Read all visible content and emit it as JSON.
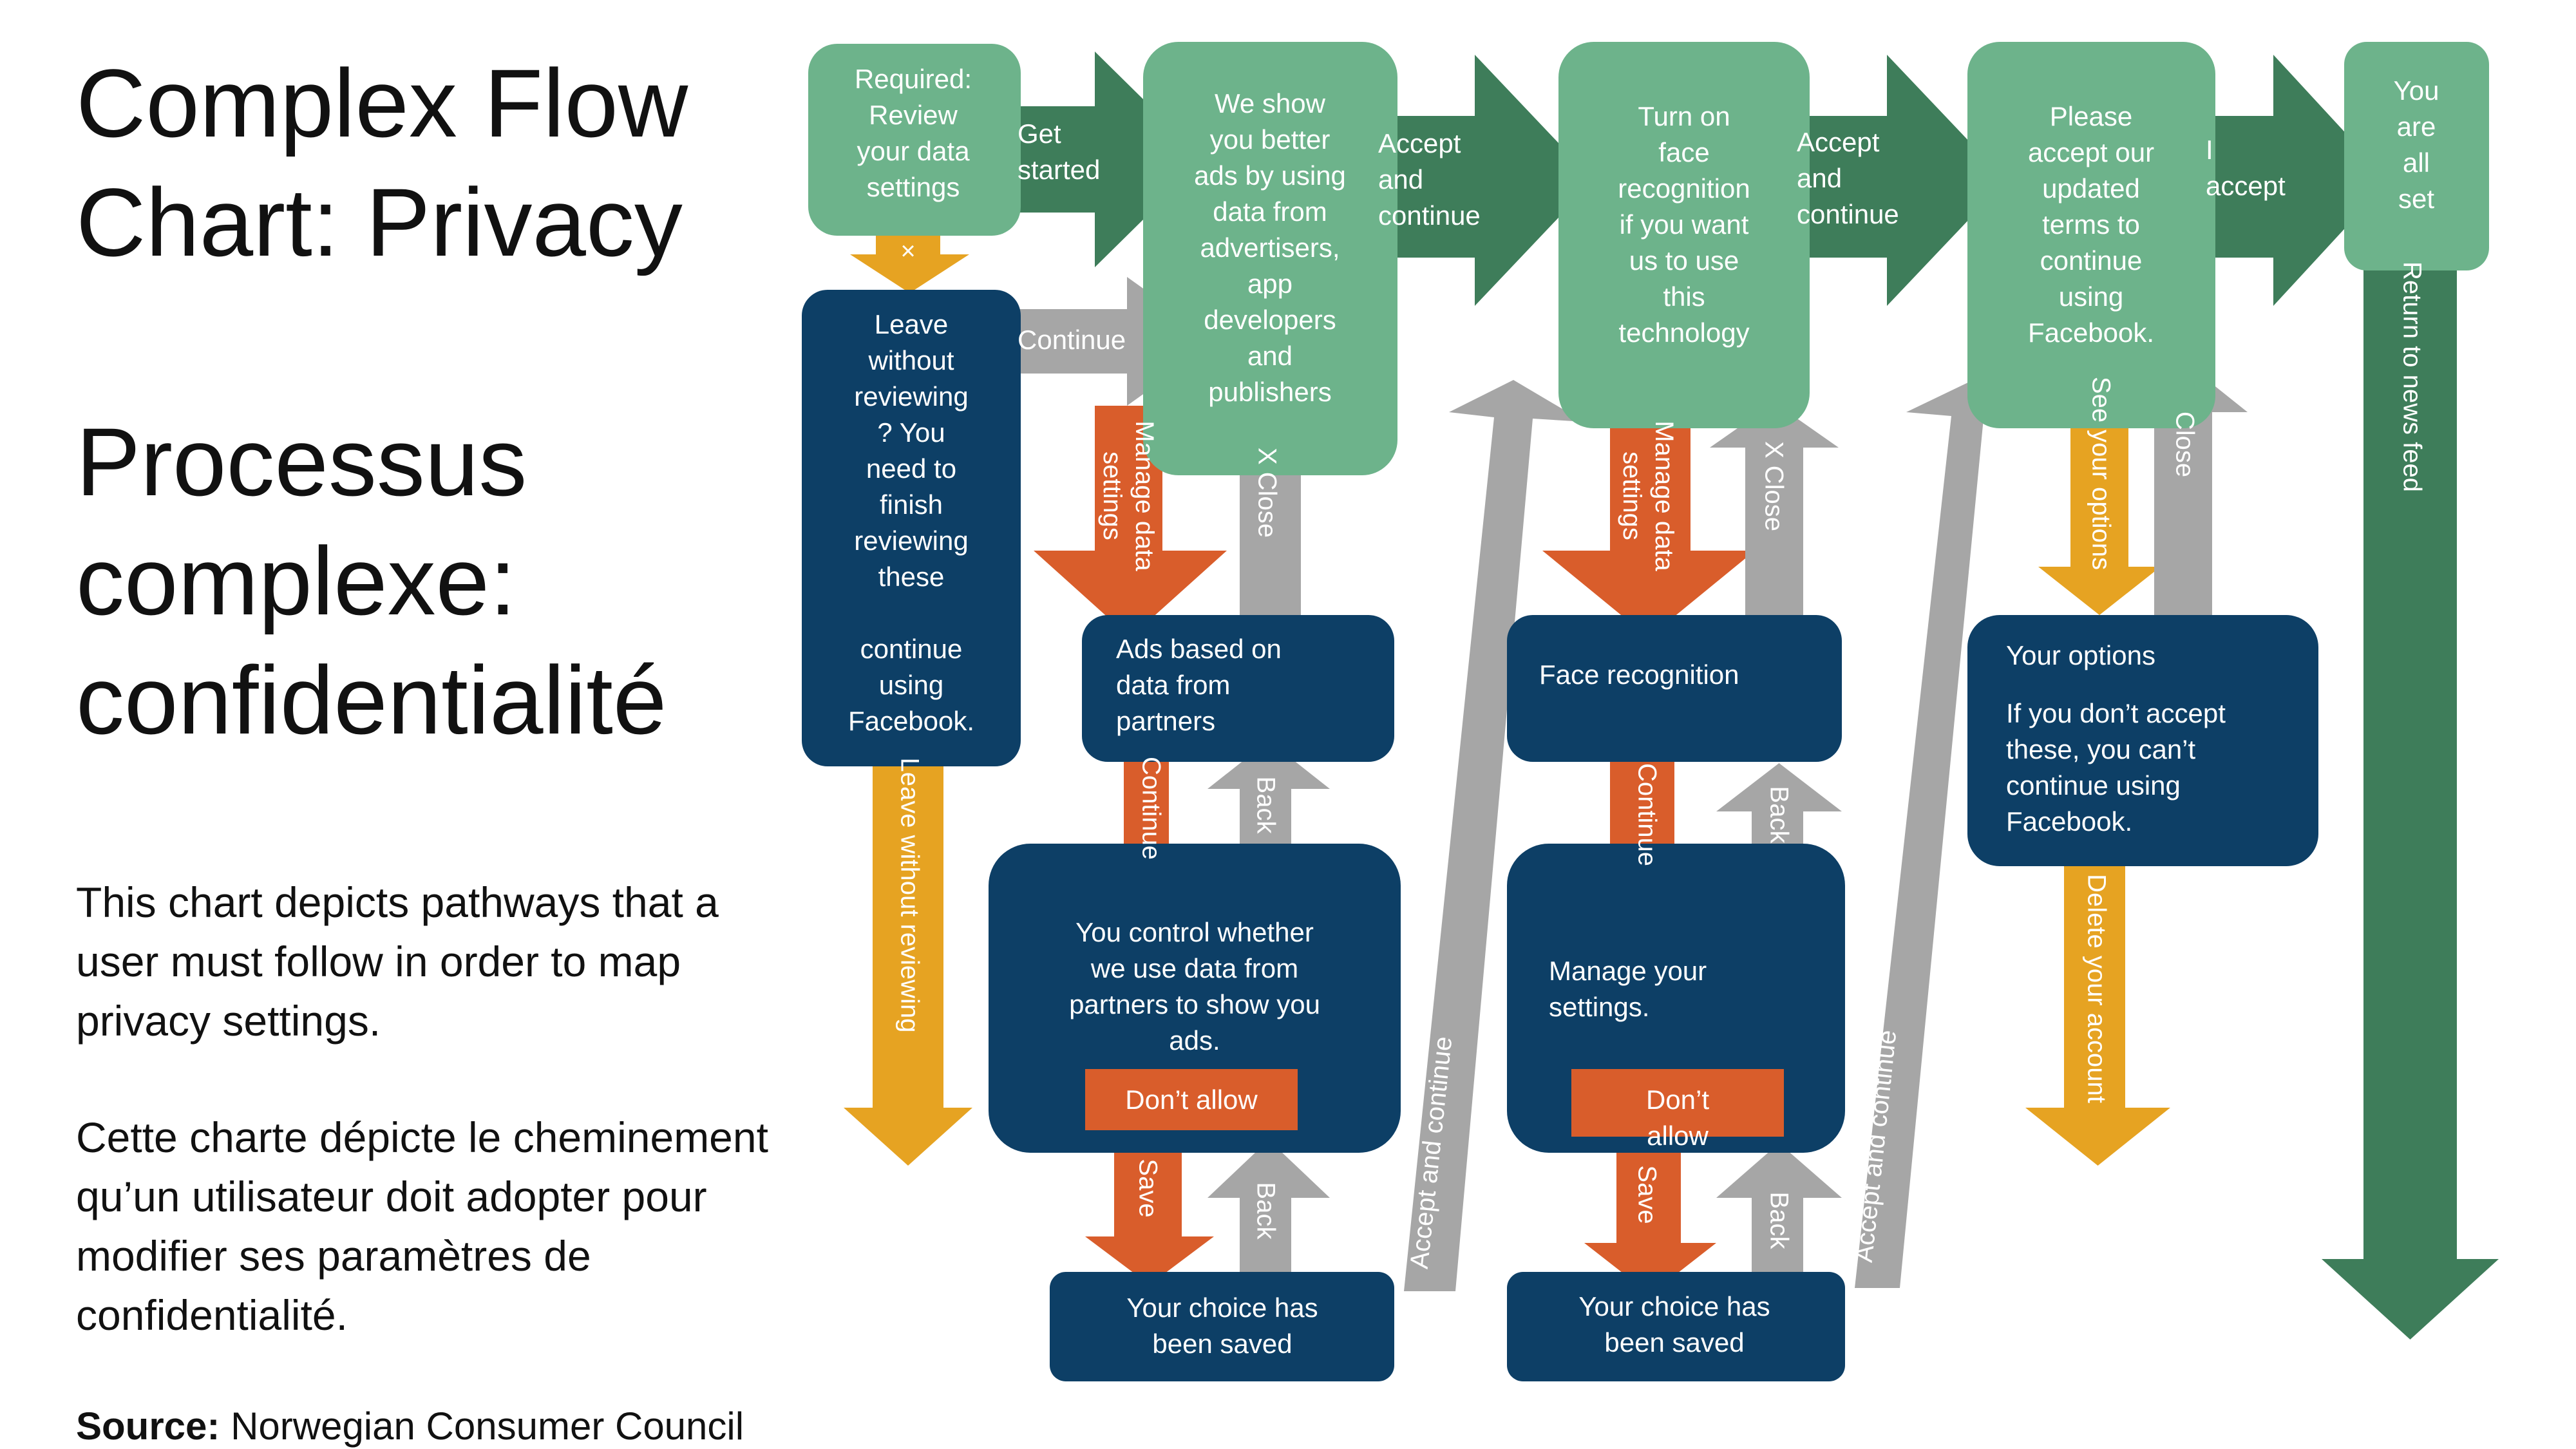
{
  "title_en": "Complex Flow\nChart: Privacy",
  "title_fr": "Processus\ncomplexe:\nconfidentialité",
  "desc_en": "This chart depicts pathways that a\nuser must follow in order to map\nprivacy settings.",
  "desc_fr": "Cette charte dépicte le cheminement\nqu’un utilisateur doit adopter pour\nmodifier ses paramètres de\nconfidentialité.",
  "source_label": "Source:",
  "source_value": "Norwegian Consumer Council",
  "colors": {
    "green_light": "#6db38b",
    "green_dark": "#3e7d5a",
    "navy": "#0d3f66",
    "orange": "#d95d2b",
    "yellow": "#e6a322",
    "gray": "#a6a6a6"
  },
  "boxes": {
    "required": [
      "Required:",
      "Review",
      "your data",
      "settings"
    ],
    "we_show": [
      "We show",
      "you better",
      "ads by using",
      "data from",
      "advertisers,",
      "app",
      "developers",
      "and",
      "publishers"
    ],
    "turn_on": [
      "Turn on",
      "face",
      "recognition",
      "if you want",
      "us to use",
      "this",
      "technology"
    ],
    "please": [
      "Please",
      "accept our",
      "updated",
      "terms to",
      "continue",
      "using",
      "Facebook."
    ],
    "all_set": [
      "You",
      "are",
      "all",
      "set"
    ],
    "leave": [
      "Leave",
      "without",
      "reviewing",
      "? You",
      "need to",
      "finish",
      "reviewing",
      "these",
      "",
      "continue",
      "using",
      "Facebook."
    ],
    "ads_based": [
      "Ads based on",
      "data from",
      "partners"
    ],
    "control": [
      "You control whether",
      "we use data from",
      "partners to show you",
      "ads."
    ],
    "face_rec": [
      "Face recognition"
    ],
    "manage": [
      "Manage your",
      "settings."
    ],
    "saved": [
      "Your choice has",
      "been saved"
    ],
    "options_title": "Your options",
    "options_body": [
      "If you don’t accept",
      "these, you can’t",
      "continue using",
      "Facebook."
    ]
  },
  "buttons": {
    "dont_allow": [
      "Don’t allow"
    ],
    "dont_allow_2": [
      "Don’t",
      "allow"
    ]
  },
  "arrows": {
    "get_started": [
      "Get",
      "started"
    ],
    "accept_continue": [
      "Accept",
      "and",
      "continue"
    ],
    "accept_continue_2": [
      "Accept",
      "and",
      "continue"
    ],
    "i_accept": [
      "I",
      "accept"
    ],
    "x": "×",
    "continue": "Continue",
    "manage_data_settings": [
      "Manage data",
      "settings"
    ],
    "x_close": "X Close",
    "continue_down": "Continue",
    "back": "Back",
    "save": "Save",
    "accept_and_continue": "Accept and continue",
    "see_your_options": "See your options",
    "close": "Close",
    "delete_your_account": "Delete your account",
    "return_to_news_feed": "Return to news feed",
    "leave_without_reviewing": "Leave without reviewing"
  }
}
